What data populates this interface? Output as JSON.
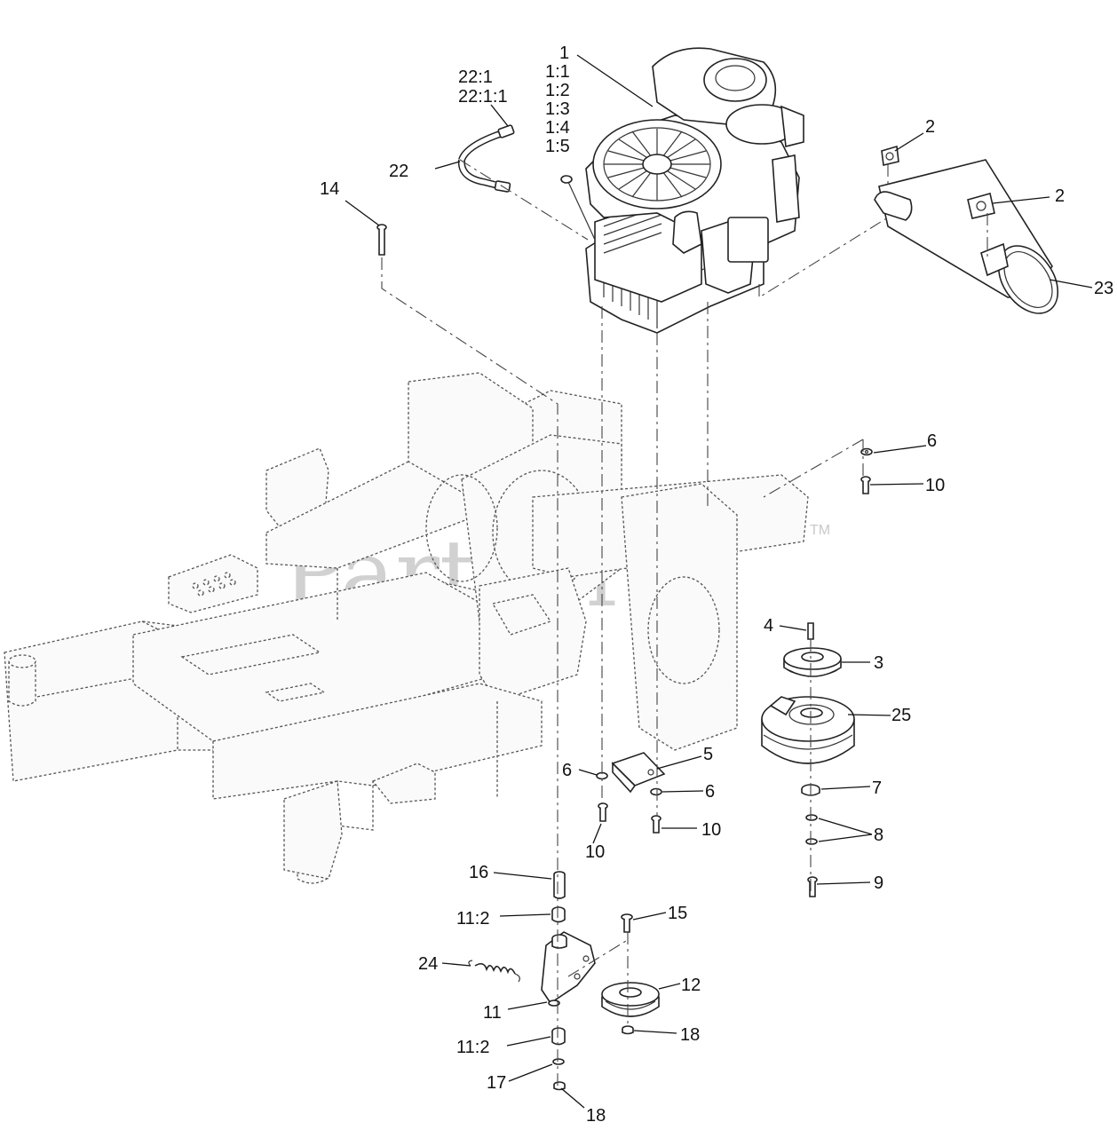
{
  "watermark": {
    "text": "PartsTree",
    "trademark": "TM"
  },
  "callouts": [
    {
      "id": "c1",
      "text": "1"
    },
    {
      "id": "c1_1",
      "text": "1:1"
    },
    {
      "id": "c1_2",
      "text": "1:2"
    },
    {
      "id": "c1_3",
      "text": "1:3"
    },
    {
      "id": "c1_4",
      "text": "1:4"
    },
    {
      "id": "c1_5",
      "text": "1:5"
    },
    {
      "id": "c22_1",
      "text": "22:1"
    },
    {
      "id": "c22_1_1",
      "text": "22:1:1"
    },
    {
      "id": "c22",
      "text": "22"
    },
    {
      "id": "c14",
      "text": "14"
    },
    {
      "id": "c2a",
      "text": "2"
    },
    {
      "id": "c2b",
      "text": "2"
    },
    {
      "id": "c23",
      "text": "23"
    },
    {
      "id": "c6a",
      "text": "6"
    },
    {
      "id": "c10a",
      "text": "10"
    },
    {
      "id": "c4",
      "text": "4"
    },
    {
      "id": "c3",
      "text": "3"
    },
    {
      "id": "c25",
      "text": "25"
    },
    {
      "id": "c5",
      "text": "5"
    },
    {
      "id": "c6b",
      "text": "6"
    },
    {
      "id": "c6c",
      "text": "6"
    },
    {
      "id": "c7",
      "text": "7"
    },
    {
      "id": "c8",
      "text": "8"
    },
    {
      "id": "c10b",
      "text": "10"
    },
    {
      "id": "c10c",
      "text": "10"
    },
    {
      "id": "c9",
      "text": "9"
    },
    {
      "id": "c16",
      "text": "16"
    },
    {
      "id": "c11_2a",
      "text": "11:2"
    },
    {
      "id": "c15",
      "text": "15"
    },
    {
      "id": "c24",
      "text": "24"
    },
    {
      "id": "c12",
      "text": "12"
    },
    {
      "id": "c11",
      "text": "11"
    },
    {
      "id": "c18a",
      "text": "18"
    },
    {
      "id": "c11_2b",
      "text": "11:2"
    },
    {
      "id": "c17",
      "text": "17"
    },
    {
      "id": "c18b",
      "text": "18"
    }
  ]
}
